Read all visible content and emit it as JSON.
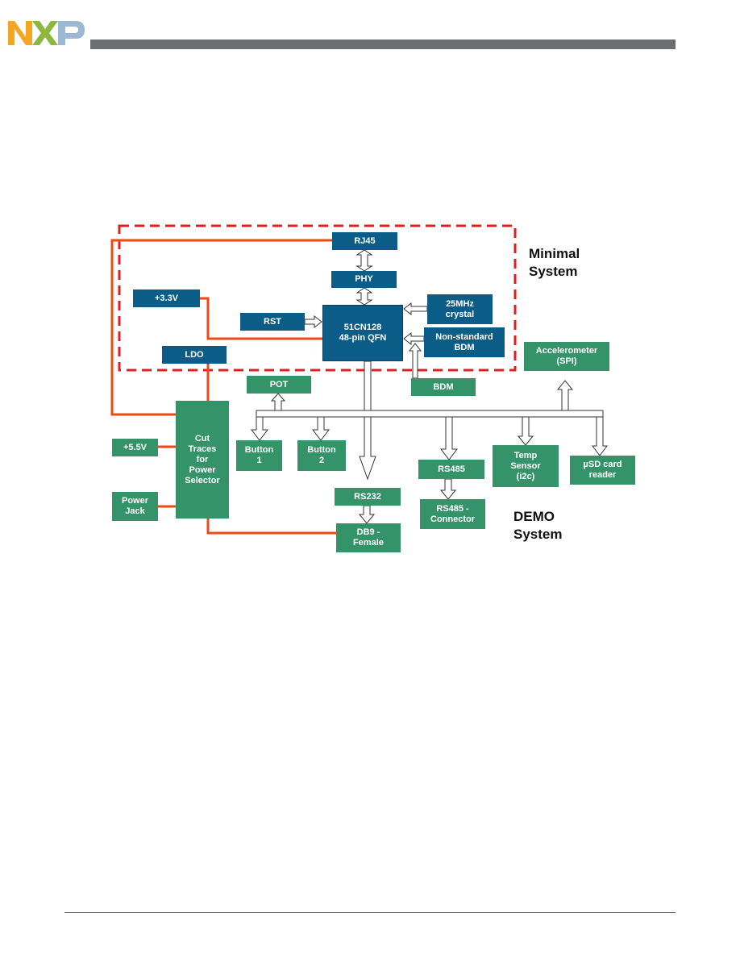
{
  "logo": {
    "text": "NXP",
    "colors": {
      "n": "#f5a623",
      "x": "#8db83e",
      "p": "#9cb8d4"
    }
  },
  "colors": {
    "blue_block": "#0b5d88",
    "green_block": "#35936a",
    "power_line": "#ee4a16",
    "dashed_border": "#e02020",
    "header_bar": "#6d6e70"
  },
  "diagram": {
    "minimal_label": "Minimal\nSystem",
    "demo_label": "DEMO\nSystem",
    "blocks": {
      "rj45": "RJ45",
      "phy": "PHY",
      "v33": "+3.3V",
      "rst": "RST",
      "mcu": "51CN128\n48-pin QFN",
      "crystal": "25MHz\ncrystal",
      "nsbdm": "Non-standard\nBDM",
      "ldo": "LDO",
      "accel": "Accelerometer\n(SPI)",
      "pot": "POT",
      "bdm": "BDM",
      "cut": "Cut\nTraces\nfor\nPower\nSelector",
      "v55": "+5.5V",
      "jack": "Power\nJack",
      "btn1": "Button\n1",
      "btn2": "Button\n2",
      "rs485": "RS485",
      "temp": "Temp\nSensor\n(i2c)",
      "usd": "µSD card\nreader",
      "rs232": "RS232",
      "rs485c": "RS485 -\nConnector",
      "db9": "DB9 -\nFemale"
    }
  }
}
